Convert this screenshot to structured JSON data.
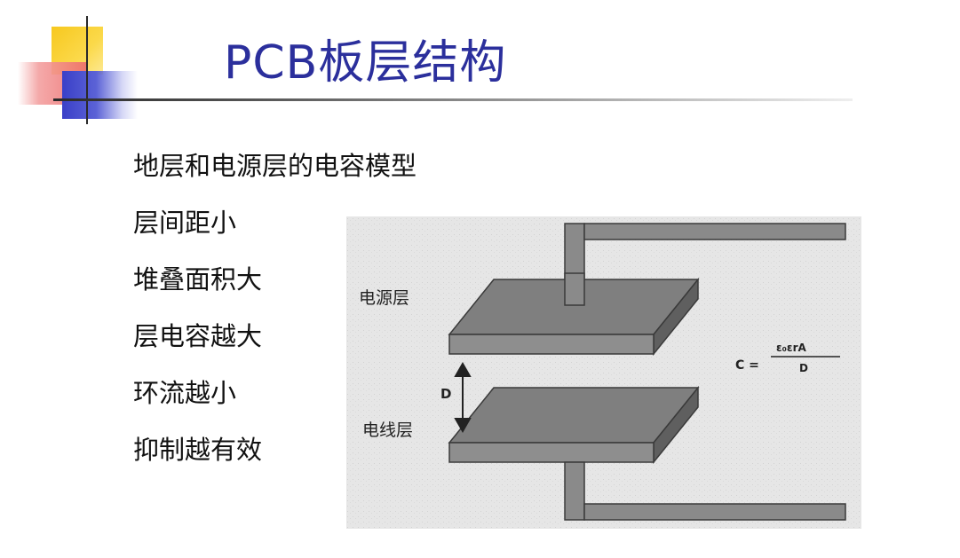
{
  "slide": {
    "title": "PCB板层结构",
    "bullets": [
      "地层和电源层的电容模型",
      "层间距小",
      "堆叠面积大",
      "层电容越大",
      "环流越小",
      "抑制越有效"
    ]
  },
  "figure": {
    "power_layer_label": "电源层",
    "signal_layer_label": "电线层",
    "distance_label": "D",
    "formula": {
      "lhs": "C =",
      "numerator": "ε₀εrA",
      "denominator": "D"
    }
  }
}
